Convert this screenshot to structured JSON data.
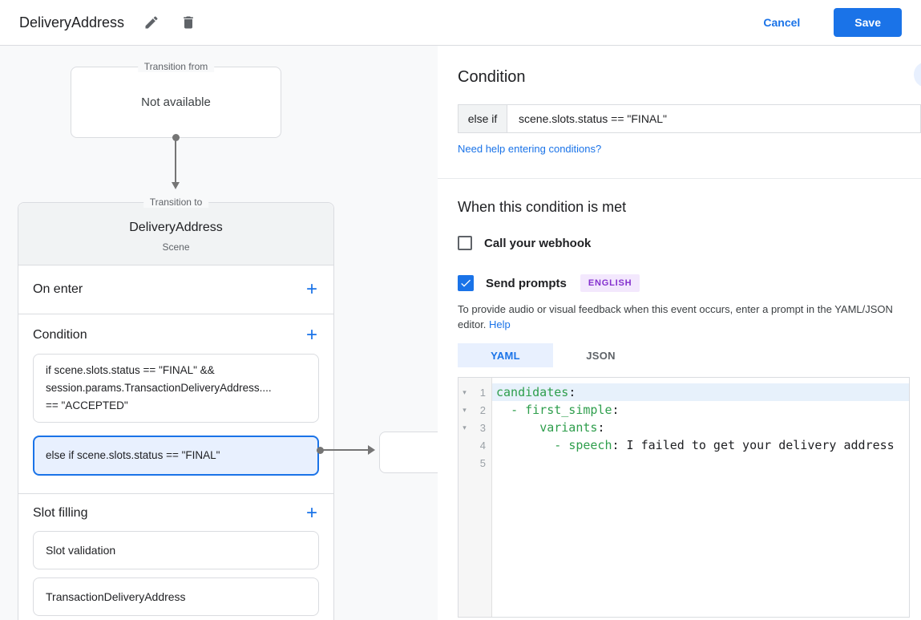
{
  "topbar": {
    "title": "DeliveryAddress",
    "cancel_label": "Cancel",
    "save_label": "Save"
  },
  "diagram": {
    "transition_from": {
      "legend": "Transition from",
      "content": "Not available"
    },
    "scene_card": {
      "legend": "Transition to",
      "title": "DeliveryAddress",
      "subtitle": "Scene",
      "on_enter_label": "On enter",
      "condition_label": "Condition",
      "condition_boxes": {
        "first": {
          "lines": [
            "if scene.slots.status == \"FINAL\" &&",
            "session.params.TransactionDeliveryAddress....",
            "== \"ACCEPTED\""
          ]
        },
        "selected": {
          "text": "else if scene.slots.status == \"FINAL\""
        }
      },
      "slot_filling_label": "Slot filling",
      "slot_boxes": [
        "Slot validation",
        "TransactionDeliveryAddress"
      ]
    }
  },
  "panel": {
    "heading": "Condition",
    "condition_row": {
      "prefix": "else if",
      "value": "scene.slots.status == \"FINAL\""
    },
    "help_link": "Need help entering conditions?",
    "subheading": "When this condition is met",
    "webhook": {
      "label": "Call your webhook",
      "checked": false
    },
    "prompts": {
      "label": "Send prompts",
      "checked": true,
      "badge": "ENGLISH"
    },
    "description": "To provide audio or visual feedback when this event occurs, enter a prompt in the YAML/JSON editor.",
    "description_link": "Help",
    "tabs": [
      {
        "label": "YAML",
        "active": true
      },
      {
        "label": "JSON",
        "active": false
      }
    ],
    "editor": {
      "lines": [
        {
          "n": 1,
          "fold": true,
          "highlight": true,
          "segments": [
            [
              "k",
              "candidates"
            ],
            [
              "p",
              ":"
            ]
          ]
        },
        {
          "n": 2,
          "fold": true,
          "segments": [
            [
              "p",
              "  "
            ],
            [
              "k",
              "-"
            ],
            [
              "p",
              " "
            ],
            [
              "k",
              "first_simple"
            ],
            [
              "p",
              ":"
            ]
          ]
        },
        {
          "n": 3,
          "fold": true,
          "segments": [
            [
              "p",
              "      "
            ],
            [
              "k",
              "variants"
            ],
            [
              "p",
              ":"
            ]
          ]
        },
        {
          "n": 4,
          "segments": [
            [
              "p",
              "        "
            ],
            [
              "k",
              "-"
            ],
            [
              "p",
              " "
            ],
            [
              "k",
              "speech"
            ],
            [
              "p",
              ":"
            ],
            [
              "v",
              " I failed to get your delivery address"
            ]
          ]
        },
        {
          "n": 5,
          "segments": []
        }
      ]
    }
  },
  "colors": {
    "accent": "#1a73e8",
    "accent_bg": "#e8f0fe",
    "code_key_green": "#2e9e4c",
    "badge_bg": "#f3e8fd",
    "badge_text": "#8430ce",
    "border": "#dadce0",
    "diagram_bg": "#f8f9fa",
    "card_header_bg": "#f1f3f4",
    "line_highlight": "#e7f1fb"
  }
}
